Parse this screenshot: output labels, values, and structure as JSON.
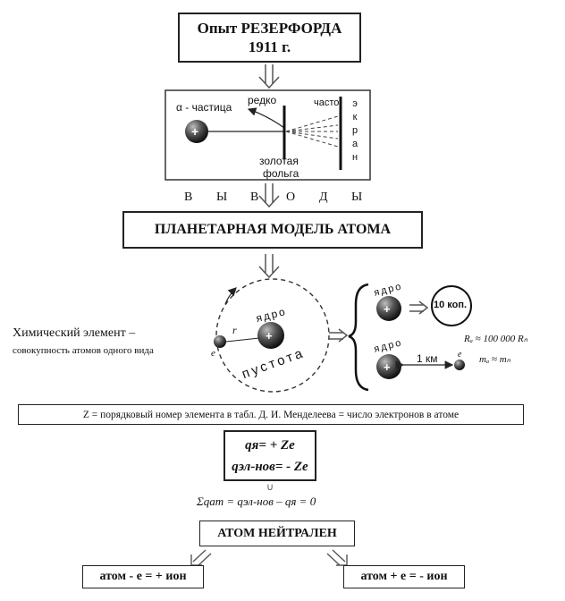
{
  "title": {
    "line1": "Опыт РЕЗЕРФОРДА",
    "line2": "1911 г."
  },
  "experiment": {
    "alpha_label": "α - частица",
    "rarely": "редко",
    "often": "часто",
    "screen_letters": [
      "э",
      "к",
      "р",
      "а",
      "н"
    ],
    "foil_line1": "золотая",
    "foil_line2": "фольга"
  },
  "conclusions_letters": [
    "В",
    "Ы",
    "В",
    "О",
    "Д",
    "Ы"
  ],
  "model_title": "ПЛАНЕТАРНАЯ МОДЕЛЬ АТОМА",
  "atom": {
    "nucleus_label": "ядро",
    "void_label": "пустота",
    "electron_label": "e",
    "radius_label": "r"
  },
  "element_def": {
    "line1": "Химический элемент –",
    "line2": "совокупность атомов одного вида"
  },
  "right": {
    "nucleus_top": "ядро",
    "kop": "10 коп.",
    "nucleus_bottom": "ядро",
    "distance": "1 км",
    "electron": "e",
    "ratio_r": "Rₐ ≈ 100 000 Rₙ",
    "ratio_m": "mₐ ≈ mₙ"
  },
  "z_definition": "Z = порядковый номер элемента в табл. Д. И. Менделеева = число электронов в атоме",
  "charges": {
    "line1": "qя= + Ze",
    "line2": "qэл-нов= - Ze"
  },
  "sum_formula": "Σqат = qэл-нов – qя = 0",
  "neutral": "АТОМ НЕЙТРАЛЕН",
  "ion_left": "атом - е = + ион",
  "ion_right": "атом + е = - ион"
}
